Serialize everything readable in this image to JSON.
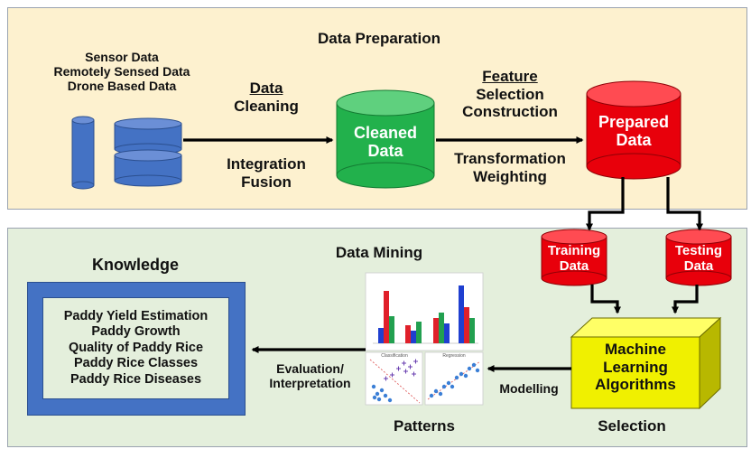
{
  "colors": {
    "prep_panel_bg": "#fdf1cf",
    "mining_panel_bg": "#e4efdc",
    "source_cylinder": "#4472c4",
    "cleaned_cylinder": "#22b14c",
    "prepared_cylinder": "#e8000b",
    "ml_box": "#f0f000",
    "knowledge_frame": "#4472c4"
  },
  "data_preparation": {
    "title": "Data Preparation",
    "sources": [
      "Sensor Data",
      "Remotely Sensed Data",
      "Drone Based Data"
    ],
    "cleaning_title": "Data",
    "cleaning_title2": "Cleaning",
    "integration": "Integration",
    "fusion": "Fusion",
    "cleaned_line1": "Cleaned",
    "cleaned_line2": "Data",
    "feature_title": "Feature",
    "selection": "Selection",
    "construction": "Construction",
    "transformation": "Transformation",
    "weighting": "Weighting",
    "prepared_line1": "Prepared",
    "prepared_line2": "Data"
  },
  "data_mining": {
    "title": "Data Mining",
    "training_line1": "Training",
    "training_line2": "Data",
    "testing_line1": "Testing",
    "testing_line2": "Data",
    "ml_line1": "Machine",
    "ml_line2": "Learning",
    "ml_line3": "Algorithms",
    "selection_label": "Selection",
    "modelling_label": "Modelling",
    "patterns_label": "Patterns",
    "evaluation_line1": "Evaluation/",
    "evaluation_line2": "Interpretation",
    "thumb_classification": "Classification",
    "thumb_regression": "Regression"
  },
  "knowledge": {
    "title": "Knowledge",
    "items": [
      "Paddy Yield Estimation",
      "Paddy Growth",
      "Quality of Paddy Rice",
      "Paddy Rice Classes",
      "Paddy Rice Diseases"
    ]
  }
}
